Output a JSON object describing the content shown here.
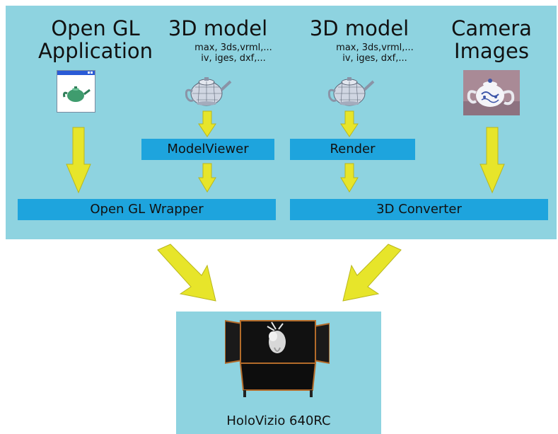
{
  "sources": {
    "opengl_app": {
      "title": "Open GL\nApplication"
    },
    "model_a": {
      "title": "3D model",
      "formats": "max, 3ds,vrml,...\niv, iges, dxf,..."
    },
    "model_b": {
      "title": "3D model",
      "formats": "max, 3ds,vrml,...\niv, iges, dxf,..."
    },
    "camera": {
      "title": "Camera\nImages"
    }
  },
  "processors": {
    "modelviewer": "ModelViewer",
    "render": "Render"
  },
  "outputs": {
    "wrapper": "Open GL Wrapper",
    "converter": "3D Converter"
  },
  "device": {
    "caption": "HoloVizio 640RC"
  },
  "colors": {
    "panel": "#8ed3e0",
    "bar": "#1ea4dd",
    "arrow": "#e7e52a"
  }
}
